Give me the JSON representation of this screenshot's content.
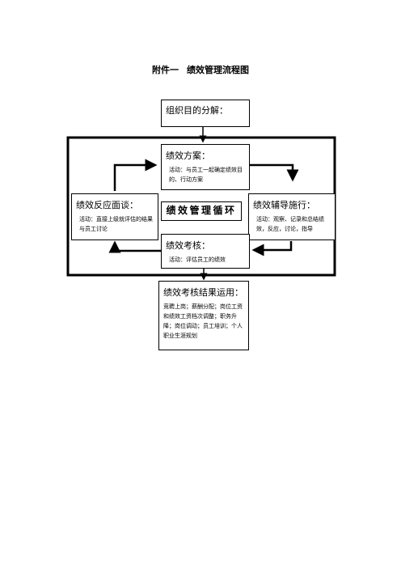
{
  "title": {
    "prefix": "附件一",
    "main": "绩效管理流程图"
  },
  "boxes": {
    "goal": {
      "head": "组织目的分解："
    },
    "plan": {
      "head": "绩效方案：",
      "activity": "活动：与员工一起确定绩效目的、行动方案"
    },
    "coach": {
      "head": "绩效辅导施行：",
      "activity": "活动：观察、记录和总结绩效，反应，讨论，指导"
    },
    "review": {
      "head": "绩效考核：",
      "activity": "活动：评估员工的绩效"
    },
    "feedback": {
      "head": "绩效反应面谈：",
      "activity": "活动：直接上级就评估的结果与员工讨论"
    },
    "result": {
      "head": "绩效考核结果运用：",
      "activity": "竞聘上岗；薪酬分配；岗位工资和绩效工资档次调整；职务升降；岗位调动；员工培训；个人职业生涯规划"
    }
  },
  "center_label": "绩效管理循环"
}
